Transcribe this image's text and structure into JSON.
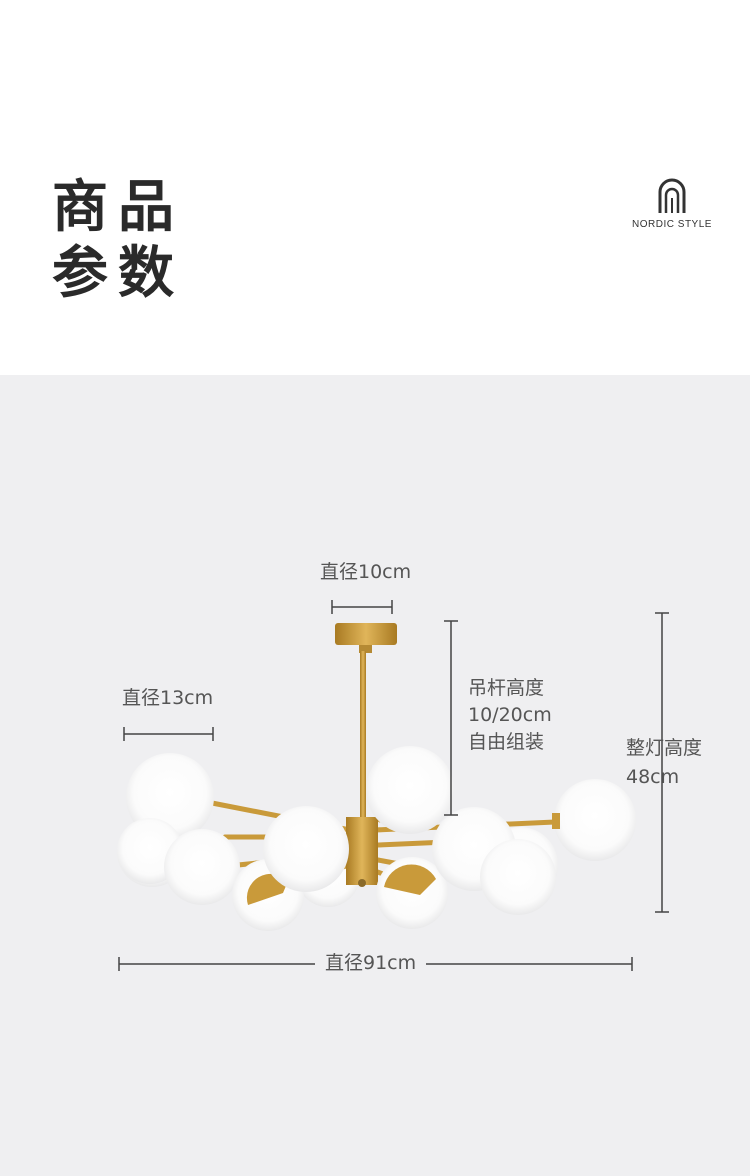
{
  "header": {
    "title_line1": "商品",
    "title_line2": "参数"
  },
  "brand": {
    "logo_text": "NORDIC STYLE"
  },
  "dimensions": {
    "canopy_diameter": "直径10cm",
    "globe_diameter": "直径13cm",
    "rod_height_line1": "吊杆高度",
    "rod_height_line2": "10/20cm",
    "rod_height_line3": "自由组装",
    "total_height_line1": "整灯高度",
    "total_height_line2": "48cm",
    "overall_diameter": "直径91cm"
  },
  "colors": {
    "brass": "#c99a3a",
    "globe": "#ffffff",
    "background": "#efeff1",
    "text": "#555555",
    "title": "#2a2a2a"
  }
}
